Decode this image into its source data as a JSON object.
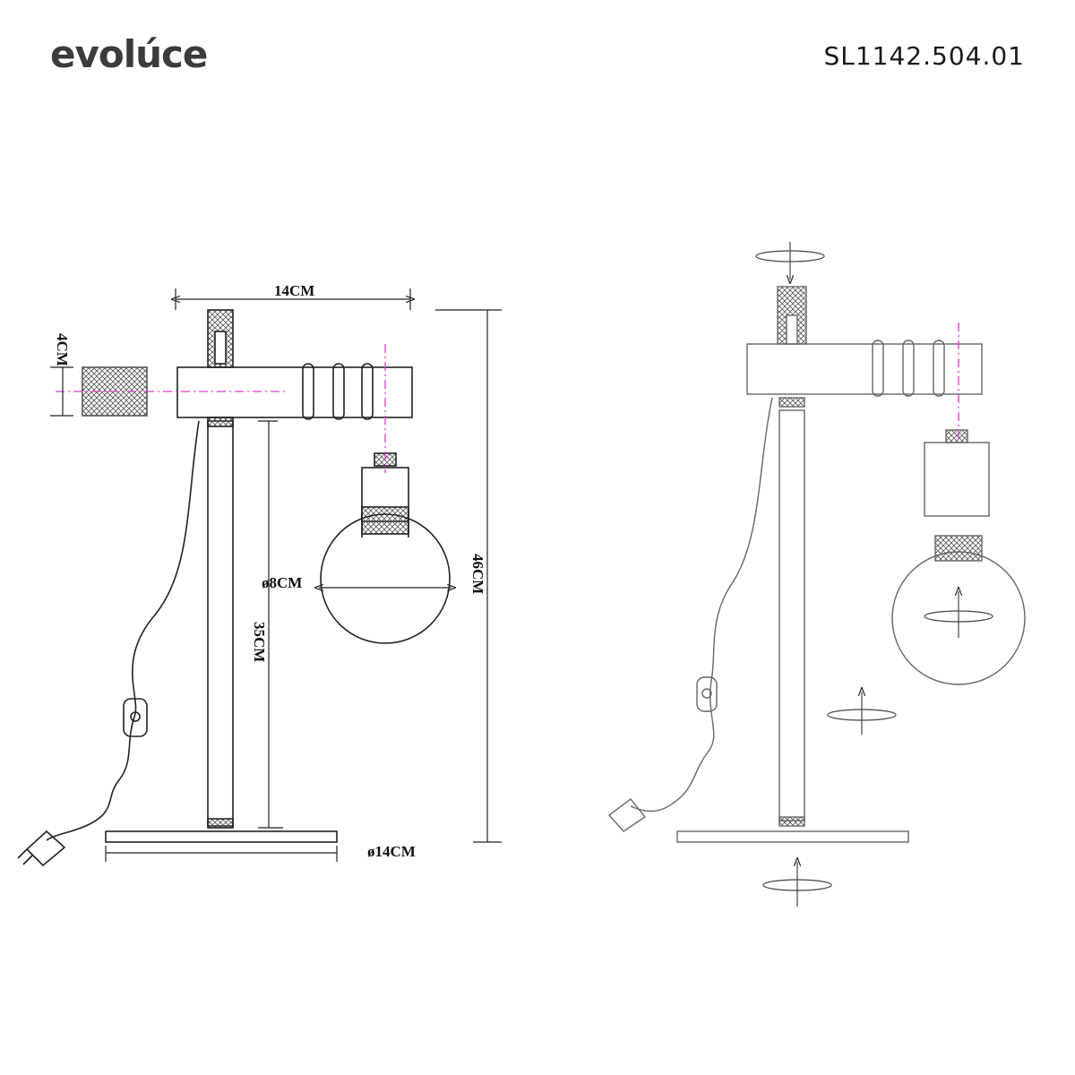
{
  "brand": {
    "logo": "evolúce"
  },
  "product": {
    "code": "SL1142.504.01"
  },
  "dimensions": {
    "top_width": "14CM",
    "block_height": "4CM",
    "total_height": "46CM",
    "bulb_diameter": "ø8CM",
    "column_height": "35CM",
    "base_diameter": "ø14CM"
  },
  "colors": {
    "line": "#222222",
    "centerline": "#e23bd0",
    "hatch": "#555555"
  }
}
